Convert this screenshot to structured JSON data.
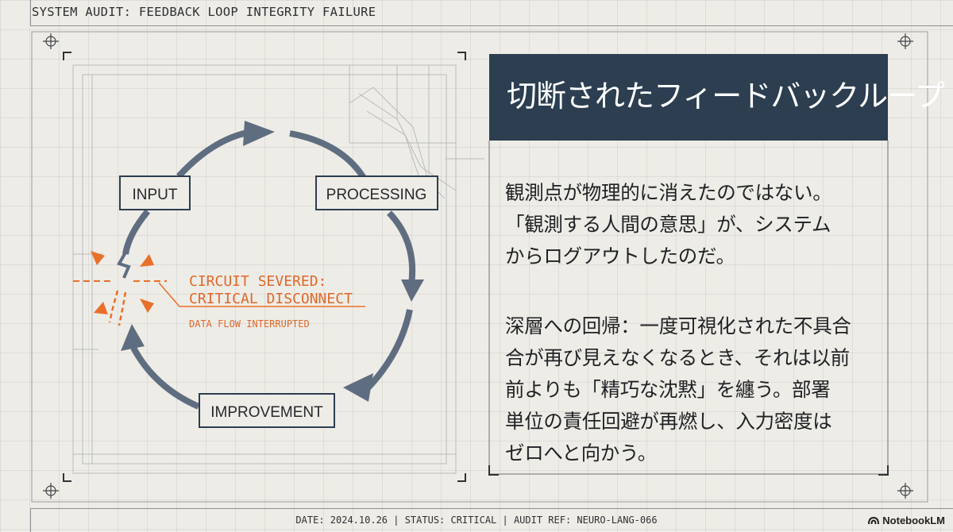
{
  "header": {
    "title": "SYSTEM AUDIT: FEEDBACK LOOP INTEGRITY FAILURE"
  },
  "diagram": {
    "nodes": {
      "input": "INPUT",
      "processing": "PROCESSING",
      "improvement": "IMPROVEMENT"
    },
    "alert": {
      "line1": "CIRCUIT SEVERED:",
      "line2": "CRITICAL DISCONNECT",
      "sub": "DATA FLOW INTERRUPTED"
    }
  },
  "panel": {
    "title": "切断されたフィードバックループ",
    "para1": [
      "観測点が物理的に消えたのではない。",
      "「観測する人間の意思」が、システム",
      "からログアウトしたのだ。"
    ],
    "para2": [
      "深層への回帰：一度可視化された不具合",
      "合が再び見えなくなるとき、それは以前",
      "前よりも「精巧な沈黙」を纏う。部署",
      "単位の責任回避が再燃し、入力密度は",
      "ゼロへと向かう。"
    ]
  },
  "footer": {
    "text": "DATE: 2024.10.26 | STATUS: CRITICAL | AUDIT REF: NEURO-LANG-066"
  },
  "brand": {
    "name": "NotebookLM"
  },
  "colors": {
    "navy": "#2c3e50",
    "alert_orange": "#e8702a",
    "arrow_slate": "#5f6d80",
    "background": "#eeece6"
  }
}
